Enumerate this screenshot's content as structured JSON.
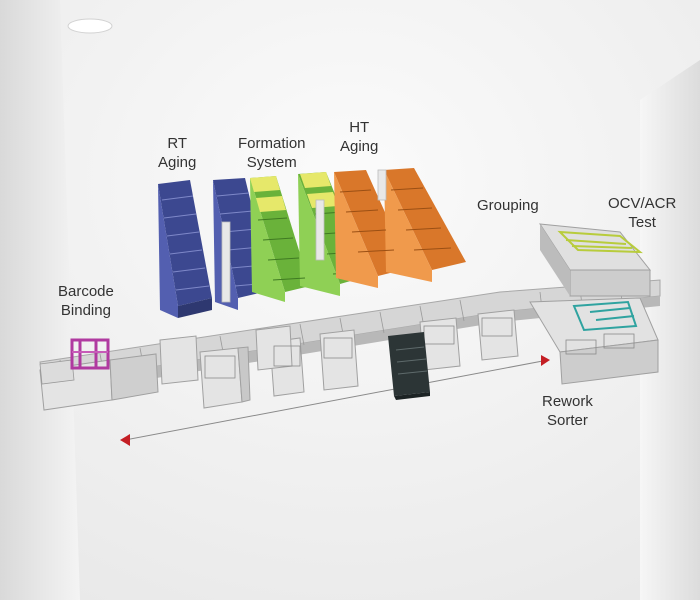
{
  "labels": {
    "rt_aging": [
      "RT",
      "Aging"
    ],
    "formation": [
      "Formation",
      "System"
    ],
    "ht_aging": [
      "HT",
      "Aging"
    ],
    "grouping": [
      "Grouping"
    ],
    "ocv": [
      "OCV/ACR",
      "Test"
    ],
    "barcode": [
      "Barcode",
      "Binding"
    ],
    "rework": [
      "Rework",
      "Sorter"
    ]
  },
  "colors": {
    "rt_aging_rack": "#4a58a8",
    "formation_rack": "#7fc24a",
    "formation_top": "#e6e86a",
    "ht_aging_rack": "#e58a3c",
    "barcode_frame": "#b03aa0",
    "grouping_frame": "#b8cc3c",
    "ocv_frame": "#2fa3a0",
    "conveyor": "#d6d6d6",
    "flow_arrow": "#c41e24"
  }
}
